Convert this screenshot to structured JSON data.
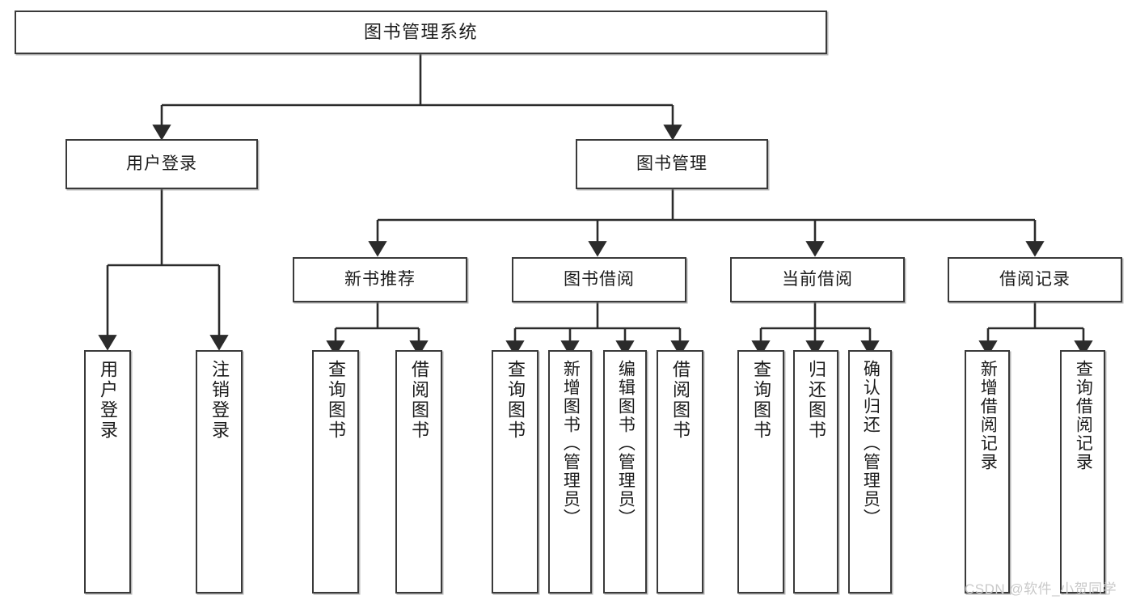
{
  "diagram": {
    "type": "tree-hierarchy",
    "title": "图书管理系统",
    "orientation": "top-down",
    "colors": {
      "background": "#ffffff",
      "box_border": "#3a3a3a",
      "box_fill": "#ffffff",
      "connector": "#2b2b2b",
      "watermark": "#c9c9c9"
    },
    "root": {
      "label": "图书管理系统"
    },
    "level1": [
      {
        "label": "用户登录"
      },
      {
        "label": "图书管理"
      }
    ],
    "level2": [
      {
        "label": "新书推荐"
      },
      {
        "label": "图书借阅"
      },
      {
        "label": "当前借阅"
      },
      {
        "label": "借阅记录"
      }
    ],
    "leaves": {
      "user_login": [
        {
          "label": "用户登录"
        },
        {
          "label": "注销登录"
        }
      ],
      "new_book_recommend": [
        {
          "label": "查询图书"
        },
        {
          "label": "借阅图书"
        }
      ],
      "book_borrow": [
        {
          "label": "查询图书"
        },
        {
          "label": "新增图书（管理员）"
        },
        {
          "label": "编辑图书（管理员）"
        },
        {
          "label": "借阅图书"
        }
      ],
      "current_borrow": [
        {
          "label": "查询图书"
        },
        {
          "label": "归还图书"
        },
        {
          "label": "确认归还（管理员）"
        }
      ],
      "borrow_record": [
        {
          "label": "新增借阅记录"
        },
        {
          "label": "查询借阅记录"
        }
      ]
    },
    "watermark": "CSDN @软件_小贺同学"
  }
}
